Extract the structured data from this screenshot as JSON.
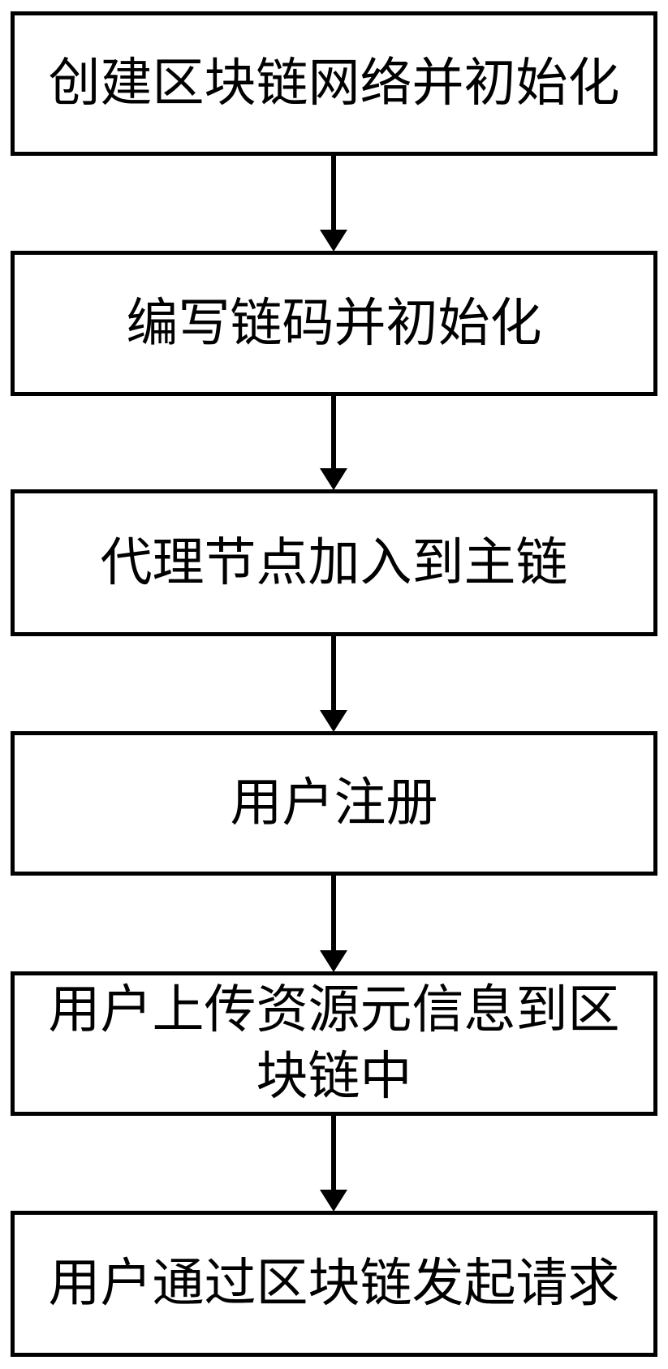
{
  "diagram": {
    "type": "flowchart",
    "direction": "top-down",
    "background_color": "#ffffff",
    "box_border_color": "#000000",
    "text_color": "#000000",
    "arrow_color": "#000000",
    "steps": [
      {
        "label": "创建区块链网络并初始化"
      },
      {
        "label": "编写链码并初始化"
      },
      {
        "label": "代理节点加入到主链"
      },
      {
        "label": "用户注册"
      },
      {
        "label": "用户上传资源元信息到区块链中"
      },
      {
        "label": "用户通过区块链发起请求"
      }
    ],
    "connectors": [
      {
        "from": 1,
        "to": 2,
        "icon": "down-arrow"
      },
      {
        "from": 2,
        "to": 3,
        "icon": "down-arrow"
      },
      {
        "from": 3,
        "to": 4,
        "icon": "down-arrow"
      },
      {
        "from": 4,
        "to": 5,
        "icon": "down-arrow"
      },
      {
        "from": 5,
        "to": 6,
        "icon": "down-arrow"
      }
    ]
  }
}
